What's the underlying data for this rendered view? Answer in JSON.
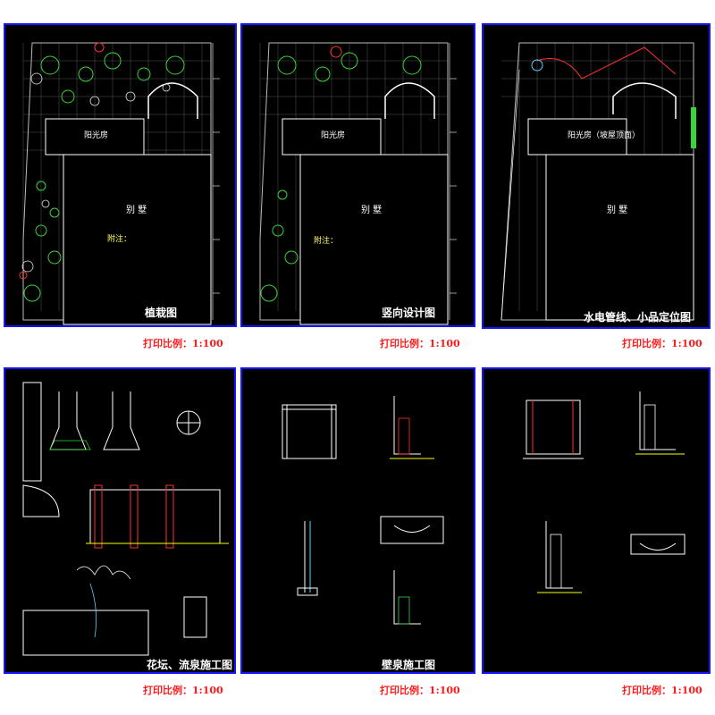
{
  "sheets": [
    {
      "title": "植栽图",
      "scale": "打印比例：1:100",
      "building_label": "别 墅",
      "room_label": "阳光房",
      "note_heading": "附注："
    },
    {
      "title": "竖向设计图",
      "scale": "打印比例：1:100",
      "building_label": "别 墅",
      "room_label": "阳光房",
      "note_heading": "附注："
    },
    {
      "title": "水电管线、小品定位图",
      "scale": "打印比例：1:100",
      "building_label": "别 墅",
      "room_label": "阳光房（坡屋顶面）"
    },
    {
      "title": "花坛、流泉施工图",
      "scale": "打印比例：1:100"
    },
    {
      "title": "壁泉施工图",
      "scale": "打印比例：1:100"
    },
    {
      "title": "",
      "scale": "打印比例：1:100"
    }
  ],
  "colors": {
    "border": "#1414ff",
    "background": "#000000",
    "scale_text": "#ff1a1a",
    "grid": "#8a8a8a",
    "plants": "#39d43a"
  }
}
